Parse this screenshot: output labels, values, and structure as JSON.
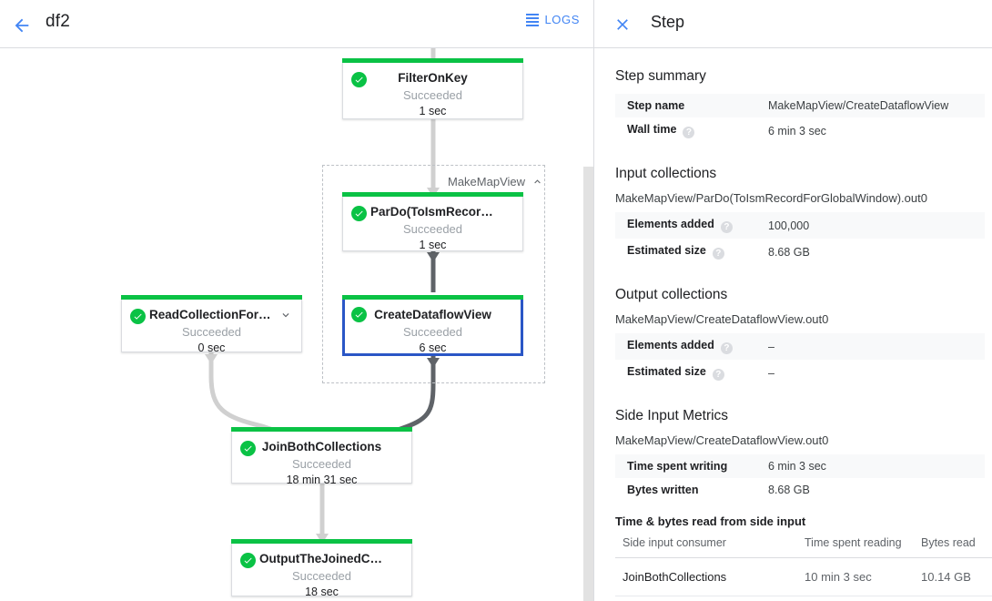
{
  "left": {
    "back_icon": "back-arrow-icon",
    "job_title": "df2",
    "logs_label": "LOGS",
    "logs_icon": "logs-list-icon",
    "group": {
      "label": "MakeMapView",
      "collapse_icon": "chevron-up-icon"
    },
    "nodes": [
      {
        "id": "filteronkey",
        "name": "FilterOnKey",
        "status": "Succeeded",
        "duration": "1 sec",
        "selected": false,
        "status_color": "#0ac245"
      },
      {
        "id": "pardo",
        "name": "ParDo(ToIsmRecordFor…",
        "status": "Succeeded",
        "duration": "1 sec",
        "selected": false,
        "status_color": "#0ac245"
      },
      {
        "id": "createdataflowview",
        "name": "CreateDataflowView",
        "status": "Succeeded",
        "duration": "6 sec",
        "selected": true,
        "status_color": "#0ac245"
      },
      {
        "id": "readcollection",
        "name": "ReadCollectionForJoin",
        "status": "Succeeded",
        "duration": "0 sec",
        "selected": false,
        "status_color": "#0ac245"
      },
      {
        "id": "joinboth",
        "name": "JoinBothCollections",
        "status": "Succeeded",
        "duration": "18 min 31 sec",
        "selected": false,
        "status_color": "#0ac245"
      },
      {
        "id": "outputjoined",
        "name": "OutputTheJoinedCollec…",
        "status": "Succeeded",
        "duration": "18 sec",
        "selected": false,
        "status_color": "#0ac245"
      }
    ]
  },
  "right": {
    "close_icon": "close-x-icon",
    "title": "Step",
    "step_summary": {
      "heading": "Step summary",
      "rows": [
        {
          "key": "Step name",
          "value": "MakeMapView/CreateDataflowView",
          "help": false
        },
        {
          "key": "Wall time",
          "value": "6 min 3 sec",
          "help": true
        }
      ]
    },
    "input_collections": {
      "heading": "Input collections",
      "collection": "MakeMapView/ParDo(ToIsmRecordForGlobalWindow).out0",
      "rows": [
        {
          "key": "Elements added",
          "value": "100,000",
          "help": true
        },
        {
          "key": "Estimated size",
          "value": "8.68 GB",
          "help": true
        }
      ]
    },
    "output_collections": {
      "heading": "Output collections",
      "collection": "MakeMapView/CreateDataflowView.out0",
      "rows": [
        {
          "key": "Elements added",
          "value": "–",
          "help": true
        },
        {
          "key": "Estimated size",
          "value": "–",
          "help": true
        }
      ]
    },
    "side_input_metrics": {
      "heading": "Side Input Metrics",
      "collection": "MakeMapView/CreateDataflowView.out0",
      "rows": [
        {
          "key": "Time spent writing",
          "value": "6 min 3 sec",
          "help": false
        },
        {
          "key": "Bytes written",
          "value": "8.68 GB",
          "help": false
        }
      ],
      "table_heading": "Time & bytes read from side input",
      "columns": [
        "Side input consumer",
        "Time spent reading",
        "Bytes read"
      ],
      "rows_data": [
        {
          "consumer": "JoinBothCollections",
          "time": "10 min 3 sec",
          "bytes": "10.14 GB"
        }
      ]
    }
  },
  "colors": {
    "accent_blue": "#4285f4",
    "selected_blue": "#2a56c6",
    "success_green": "#0ac245",
    "edge_light": "#d0d0d0",
    "edge_dark": "#5f6368"
  }
}
